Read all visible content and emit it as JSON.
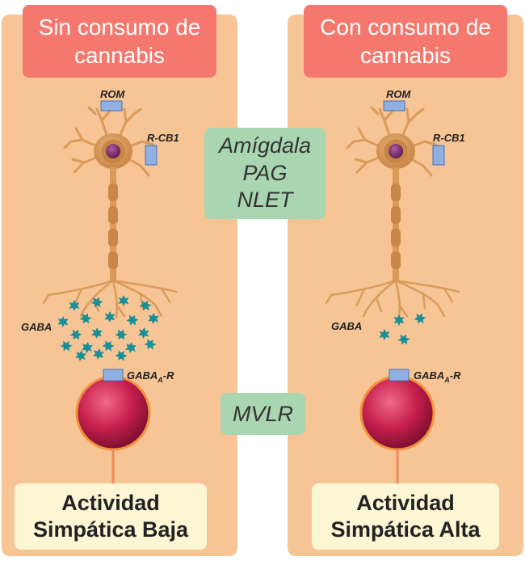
{
  "left_panel": {
    "title_line1": "Sin consumo de",
    "title_line2": "cannabis",
    "receptor_top": "ROM",
    "receptor_side": "R-CB1",
    "gaba": "GABA",
    "gaba_receptor": "GABA",
    "gaba_receptor_sub": "A",
    "gaba_receptor_suffix": "-R",
    "result_line1": "Actividad",
    "result_line2": "Simpática Baja",
    "gaba_count": 21
  },
  "right_panel": {
    "title_line1": "Con consumo de",
    "title_line2": "cannabis",
    "receptor_top": "ROM",
    "receptor_side": "R-CB1",
    "gaba": "GABA",
    "gaba_receptor": "GABA",
    "gaba_receptor_sub": "A",
    "gaba_receptor_suffix": "-R",
    "result_line1": "Actividad",
    "result_line2": "Simpática Alta",
    "gaba_count": 4
  },
  "regions": {
    "line1": "Amígdala",
    "line2": "PAG",
    "line3": "NLET",
    "mvlr": "MVLR"
  },
  "colors": {
    "panel_bg": "#f7c496",
    "title_bg": "#f4786d",
    "region_bg": "#a9d5b0",
    "result_bg": "#fcf6d4",
    "neuron": "#d99b5a",
    "soma_nucleus": "#7a2d6a",
    "receptor": "#8fb0e0",
    "gaba_molecule": "#1a8f95",
    "target_cell": "#c8204f"
  }
}
